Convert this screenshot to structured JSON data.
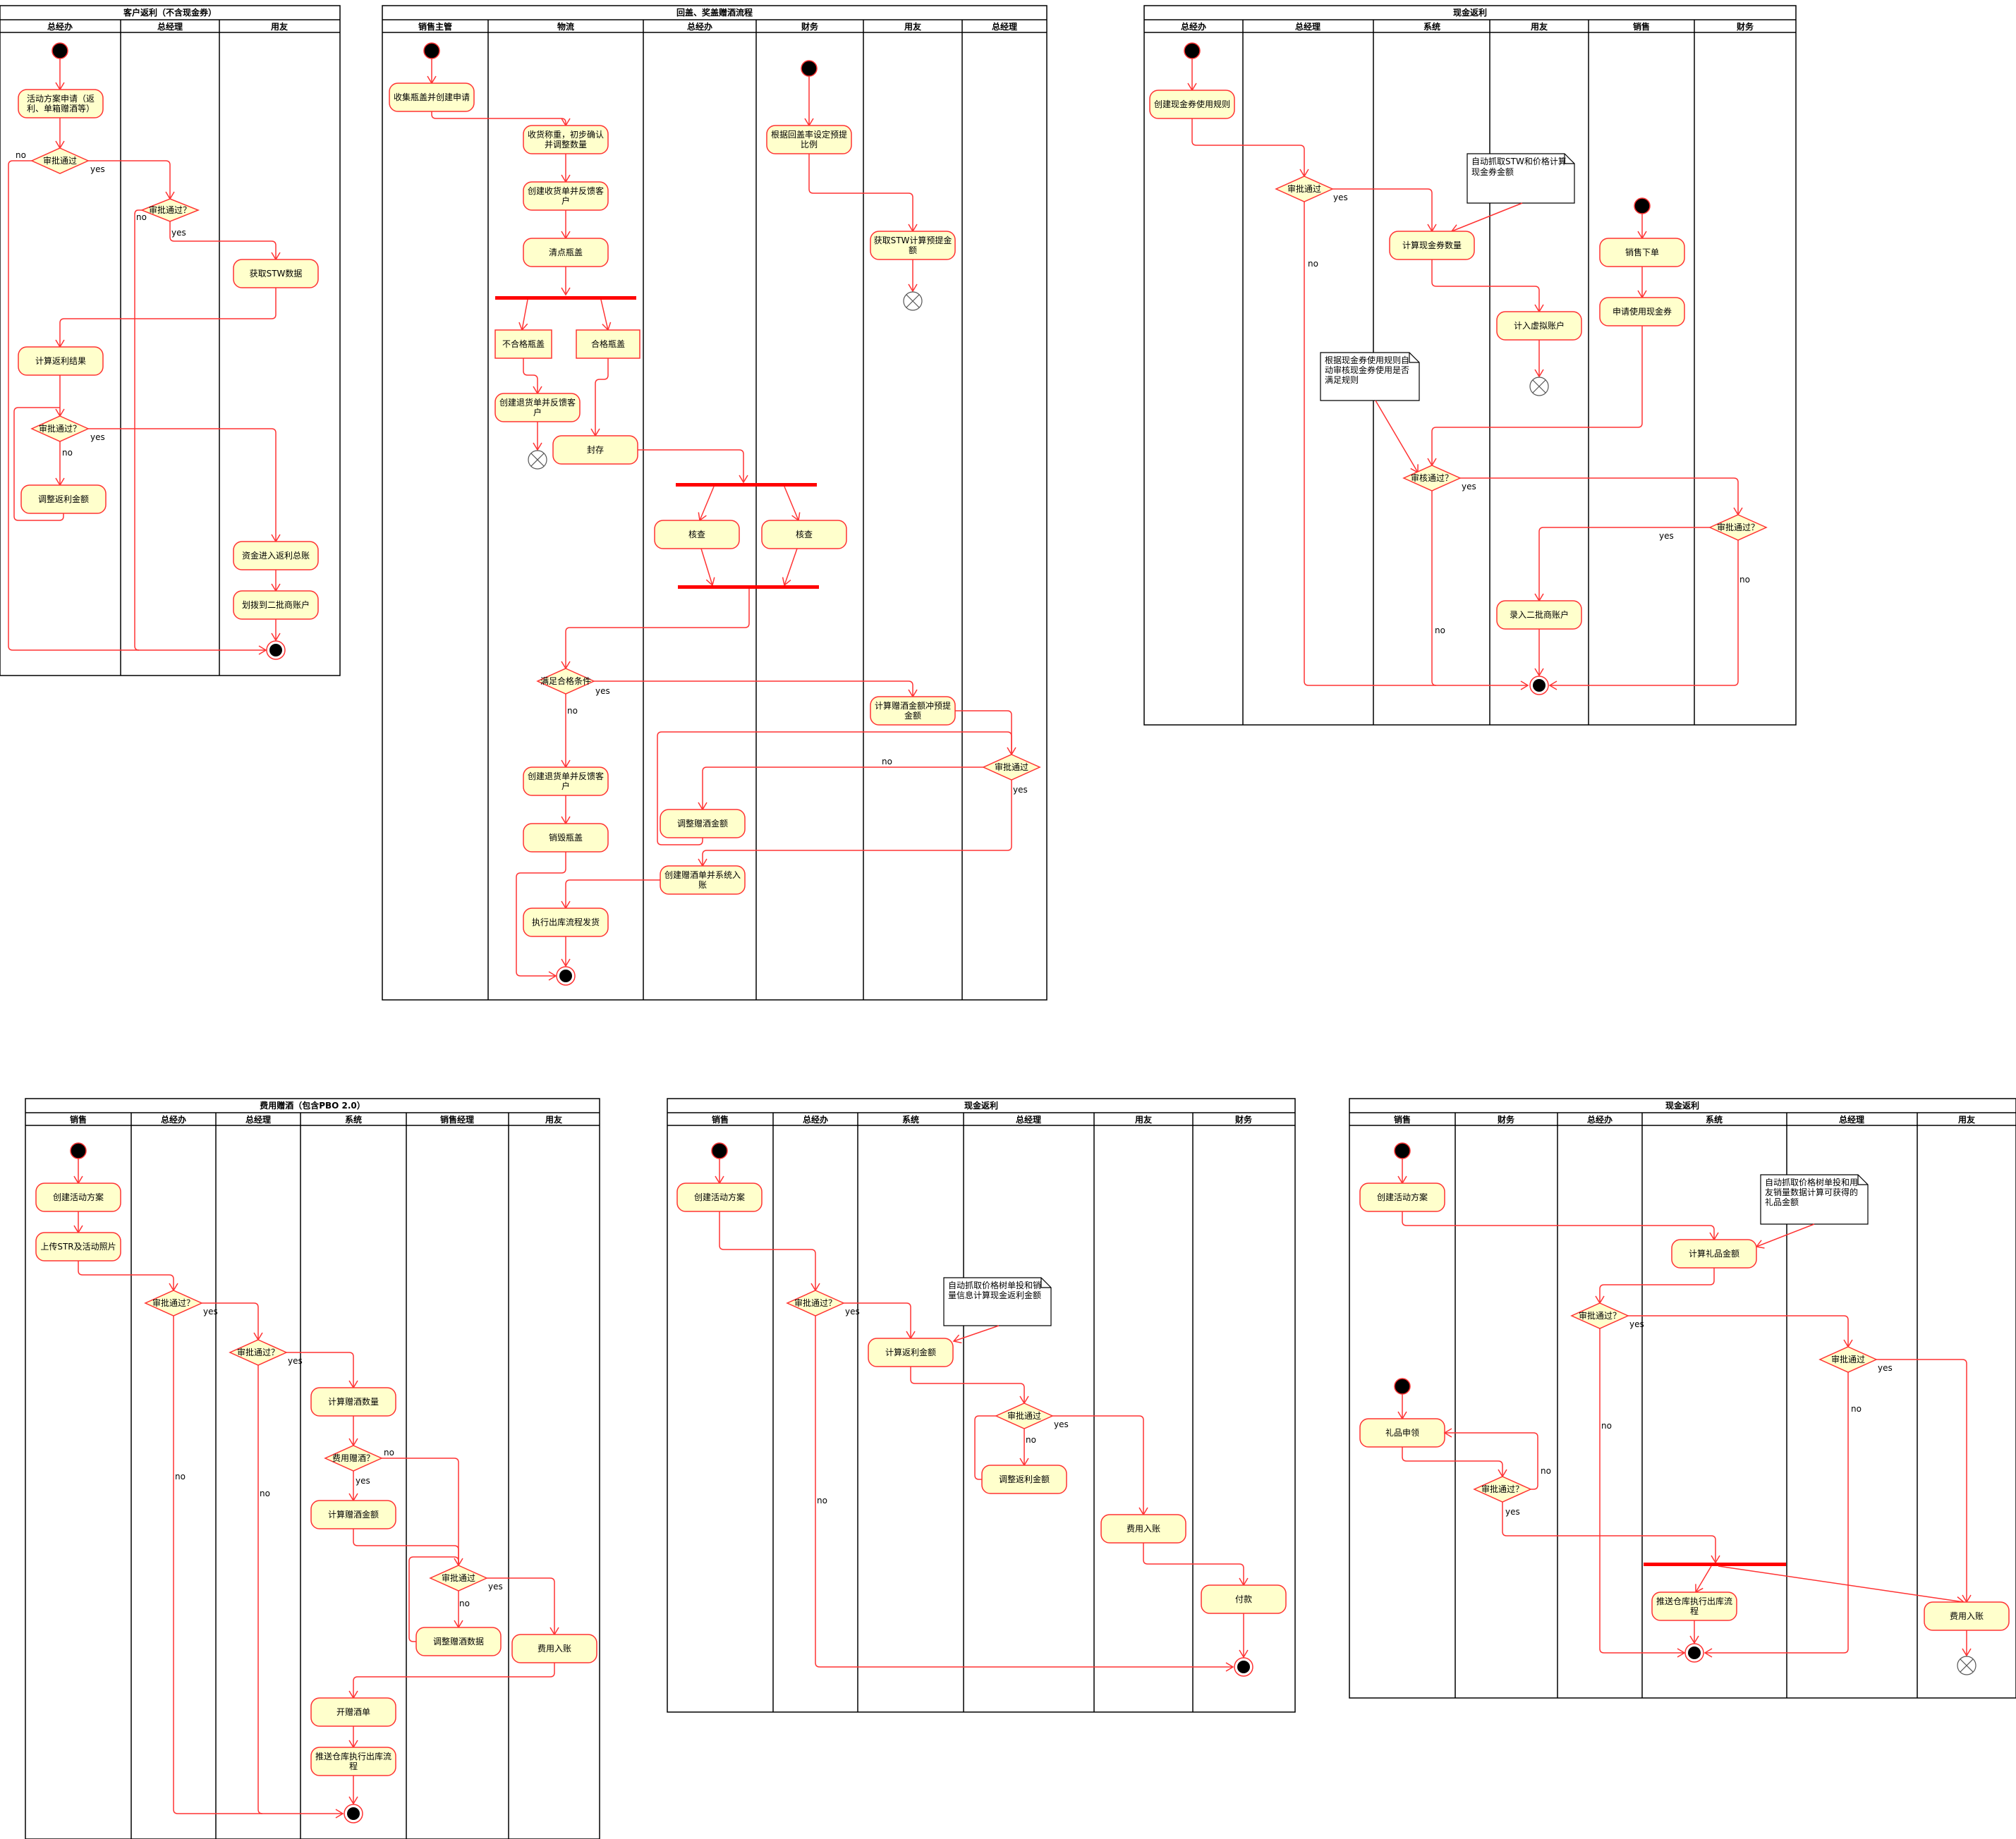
{
  "d1": {
    "title": "客户返利（不含现金券）",
    "lanes": [
      "总经办",
      "总经理",
      "用友"
    ],
    "acts": [
      "活动方案申请（返利、单箱赠酒等）",
      "计算返利结果",
      "调整返利金额",
      "获取STW数据",
      "资金进入返利总账",
      "划拨到二批商账户"
    ],
    "decs": [
      "审批通过",
      "审批通过？",
      "审批通过？"
    ],
    "yes": "yes",
    "no": "no"
  },
  "d2": {
    "title": "回盖、奖盖赠酒流程",
    "lanes": [
      "销售主管",
      "物流",
      "总经办",
      "财务",
      "用友",
      "总经理"
    ],
    "acts": [
      "收集瓶盖并创建申请",
      "收货称重，初步确认并调整数量",
      "创建收货单并反馈客户",
      "清点瓶盖",
      "不合格瓶盖",
      "合格瓶盖",
      "创建退货单并反馈客户",
      "封存",
      "核查",
      "核查",
      "根据回盖率设定预提比例",
      "获取STW计算预提金额",
      "计算赠酒金额冲预提金额",
      "创建退货单并反馈客户",
      "销毁瓶盖",
      "调整赠酒金额",
      "创建赠酒单并系统入账",
      "执行出库流程发货"
    ],
    "decs": [
      "满足合格条件",
      "审批通过"
    ],
    "yes": "yes",
    "no": "no"
  },
  "d3": {
    "title": "现金返利",
    "lanes": [
      "总经办",
      "总经理",
      "系统",
      "用友",
      "销售",
      "财务"
    ],
    "acts": [
      "创建现金券使用规则",
      "计算现金券数量",
      "计入虚拟账户",
      "销售下单",
      "申请使用现金券",
      "录入二批商账户"
    ],
    "decs": [
      "审批通过",
      "审核通过？",
      "审批通过？"
    ],
    "notes": [
      "自动抓取STW和价格计算现金券金额",
      "根据现金券使用规则自动审核现金券使用是否满足规则"
    ],
    "yes": "yes",
    "no": "no"
  },
  "d4": {
    "title": "费用赠酒（包含PBO 2.0）",
    "lanes": [
      "销售",
      "总经办",
      "总经理",
      "系统",
      "销售经理",
      "用友"
    ],
    "acts": [
      "创建活动方案",
      "上传STR及活动照片",
      "计算赠酒数量",
      "计算赠酒金额",
      "调整赠酒数据",
      "费用入账",
      "开赠酒单",
      "推送仓库执行出库流程"
    ],
    "decs": [
      "审批通过？",
      "审批通过？",
      "费用赠酒？",
      "审批通过"
    ],
    "yes": "yes",
    "no": "no"
  },
  "d5": {
    "title": "现金返利",
    "lanes": [
      "销售",
      "总经办",
      "系统",
      "总经理",
      "用友",
      "财务"
    ],
    "acts": [
      "创建活动方案",
      "计算返利金额",
      "调整返利金额",
      "费用入账",
      "付款"
    ],
    "decs": [
      "审批通过？",
      "审批通过"
    ],
    "notes": [
      "自动抓取价格树单投和销量信息计算现金返利金额"
    ],
    "yes": "yes",
    "no": "no"
  },
  "d6": {
    "title": "现金返利",
    "lanes": [
      "销售",
      "财务",
      "总经办",
      "系统",
      "总经理",
      "用友"
    ],
    "acts": [
      "创建活动方案",
      "计算礼品金额",
      "礼品申领",
      "推送仓库执行出库流程",
      "费用入账"
    ],
    "decs": [
      "审批通过？",
      "审批通过",
      "审批通过？"
    ],
    "notes": [
      "自动抓取价格树单投和用友销量数据计算可获得的礼品金额"
    ],
    "yes": "yes",
    "no": "no"
  }
}
